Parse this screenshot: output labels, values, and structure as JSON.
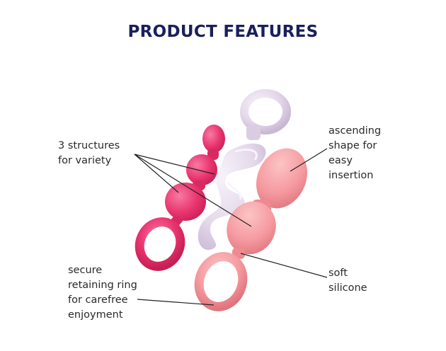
{
  "title": "PRODUCT FEATURES",
  "features": {
    "structures": [
      "3 structures",
      "for variety"
    ],
    "ascending": [
      "ascending",
      "shape for",
      "easy",
      "insertion"
    ],
    "secure": [
      "secure",
      "retaining ring",
      "for carefree",
      "enjoyment"
    ],
    "soft": [
      "soft",
      "silicone"
    ]
  },
  "colors": {
    "title": "#1a1f5c",
    "text": "#2a2a2a",
    "magenta_plug": "#e8336e",
    "lilac_plug": "#e4d9ea",
    "peach_plug": "#f59aa0",
    "leader_line": "#222222"
  }
}
